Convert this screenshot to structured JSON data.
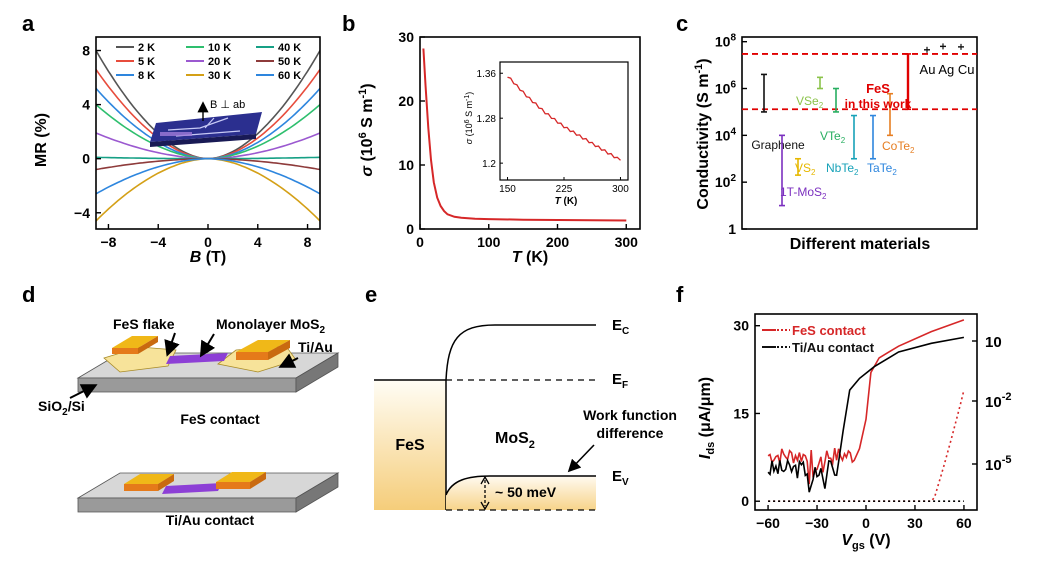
{
  "panels": {
    "a": {
      "letter": "a"
    },
    "b": {
      "letter": "b"
    },
    "c": {
      "letter": "c"
    },
    "d": {
      "letter": "d"
    },
    "e": {
      "letter": "e"
    },
    "f": {
      "letter": "f"
    }
  },
  "chart_data": [
    {
      "id": "a",
      "type": "line",
      "xlabel_italic": "B",
      "xlabel_rest": " (T)",
      "ylabel": "MR (%)",
      "xlim": [
        -9,
        9
      ],
      "ylim": [
        -5.2,
        9
      ],
      "xticks": [
        -8,
        -4,
        0,
        4,
        8
      ],
      "xtick_labels": [
        "−8",
        "−4",
        "0",
        "4",
        "8"
      ],
      "yticks": [
        -4,
        0,
        4,
        8
      ],
      "ytick_labels": [
        "−4",
        "0",
        "4",
        "8"
      ],
      "inset_label": "B ⊥ ab",
      "series": [
        {
          "name": "2 K",
          "color": "#555555",
          "ends": 8.0
        },
        {
          "name": "5 K",
          "color": "#e74c3c",
          "ends": 6.6
        },
        {
          "name": "8 K",
          "color": "#2e86de",
          "ends": 5.2
        },
        {
          "name": "10 K",
          "color": "#2ebf6e",
          "ends": 4.0
        },
        {
          "name": "20 K",
          "color": "#9b59d0",
          "ends": 1.9
        },
        {
          "name": "30 K",
          "color": "#d4a017",
          "ends": -4.6
        },
        {
          "name": "40 K",
          "color": "#16a085",
          "ends": 0.1
        },
        {
          "name": "50 K",
          "color": "#8e3b3b",
          "ends": -0.8
        },
        {
          "name": "60 K",
          "color": "#2e86de",
          "ends": -2.6
        }
      ]
    },
    {
      "id": "b",
      "type": "line",
      "xlabel": "T (K)",
      "ylabel": "σ (10⁶ S m⁻¹)",
      "xlim": [
        0,
        320
      ],
      "ylim": [
        0,
        30
      ],
      "xticks": [
        0,
        100,
        200,
        300
      ],
      "yticks": [
        0,
        10,
        20,
        30
      ],
      "series": [
        {
          "color": "#d62728",
          "x": [
            5,
            8,
            12,
            16,
            20,
            25,
            30,
            35,
            40,
            50,
            60,
            80,
            100,
            150,
            200,
            250,
            300
          ],
          "y": [
            28.2,
            22.5,
            15.8,
            10.8,
            7.3,
            4.9,
            3.6,
            2.8,
            2.3,
            1.9,
            1.75,
            1.6,
            1.55,
            1.45,
            1.4,
            1.37,
            1.33
          ]
        }
      ],
      "inset": {
        "xlabel": "T (K)",
        "ylabel": "σ (10⁶ S m⁻¹)",
        "xlim": [
          140,
          310
        ],
        "ylim": [
          1.17,
          1.38
        ],
        "xticks": [
          150,
          225,
          300
        ],
        "yticks": [
          1.2,
          1.28,
          1.36
        ],
        "series": [
          {
            "color": "#d62728",
            "x": [
              150,
              175,
              200,
              225,
              250,
              275,
              300
            ],
            "y": [
              1.355,
              1.32,
              1.29,
              1.265,
              1.245,
              1.225,
              1.205
            ]
          }
        ]
      }
    },
    {
      "id": "c",
      "type": "other",
      "ylabel": "Conductivity (S m⁻¹)",
      "xlabel": "Different materials",
      "yticks": [
        "1",
        "10²",
        "10⁴",
        "10⁶",
        "10⁸"
      ],
      "highlight_label": "FeS",
      "highlight_sub": "in this work",
      "materials": [
        {
          "name": "Graphene",
          "color": "#111111",
          "lo": 100000.0,
          "hi": 4000000.0
        },
        {
          "name": "1T-MoS₂",
          "color": "#7b2fbf",
          "lo": 10,
          "hi": 10000.0
        },
        {
          "name": "VS₂",
          "color": "#e6b800",
          "lo": 200,
          "hi": 1000
        },
        {
          "name": "VSe₂",
          "color": "#8bc34a",
          "lo": 1000000.0,
          "hi": 3000000.0
        },
        {
          "name": "VTe₂",
          "color": "#27ae60",
          "lo": 100000.0,
          "hi": 1000000.0
        },
        {
          "name": "NbTe₂",
          "color": "#17a2b8",
          "lo": 1000.0,
          "hi": 70000.0
        },
        {
          "name": "TaTe₂",
          "color": "#2e86de",
          "lo": 1000.0,
          "hi": 70000.0
        },
        {
          "name": "CoTe₂",
          "color": "#e67e22",
          "lo": 10000.0,
          "hi": 600000.0
        },
        {
          "name": "FeS",
          "color": "#e00000",
          "lo": 130000.0,
          "hi": 30000000.0
        },
        {
          "name": "Au",
          "color": "#111111",
          "val": 45000000.0
        },
        {
          "name": "Ag",
          "color": "#111111",
          "val": 63000000.0
        },
        {
          "name": "Cu",
          "color": "#111111",
          "val": 60000000.0
        }
      ],
      "metals_label": "Au Ag Cu"
    },
    {
      "id": "f",
      "type": "line",
      "xlabel": "V_gs (V)",
      "ylabel": "I_ds (μA/μm)",
      "xlim": [
        -68,
        68
      ],
      "ylim_left": [
        -1.5,
        32
      ],
      "xticks": [
        -60,
        -30,
        0,
        30,
        60
      ],
      "xtick_labels": [
        "−60",
        "−30",
        "0",
        "30",
        "60"
      ],
      "yticks_left": [
        0,
        15,
        30
      ],
      "yticks_right": [
        "10",
        "10⁻²",
        "10⁻⁵"
      ],
      "series": [
        {
          "name": "FeS contact",
          "color": "#d62728"
        },
        {
          "name": "Ti/Au contact",
          "color": "#111111"
        }
      ]
    }
  ],
  "panel_d": {
    "top_caption": "FeS contact",
    "bottom_caption": "Ti/Au contact",
    "labels": {
      "fes_flake": "FeS flake",
      "monolayer": "Monolayer MoS₂",
      "tiau": "Ti/Au",
      "substrate": "SiO₂/Si"
    }
  },
  "panel_e": {
    "ec": "E",
    "ec_sub": "C",
    "ef": "E",
    "ef_sub": "F",
    "ev": "E",
    "ev_sub": "V",
    "fes": "FeS",
    "mos2": "MoS₂",
    "work_function_1": "Work function",
    "work_function_2": "difference",
    "delta": "~ 50 meV"
  }
}
